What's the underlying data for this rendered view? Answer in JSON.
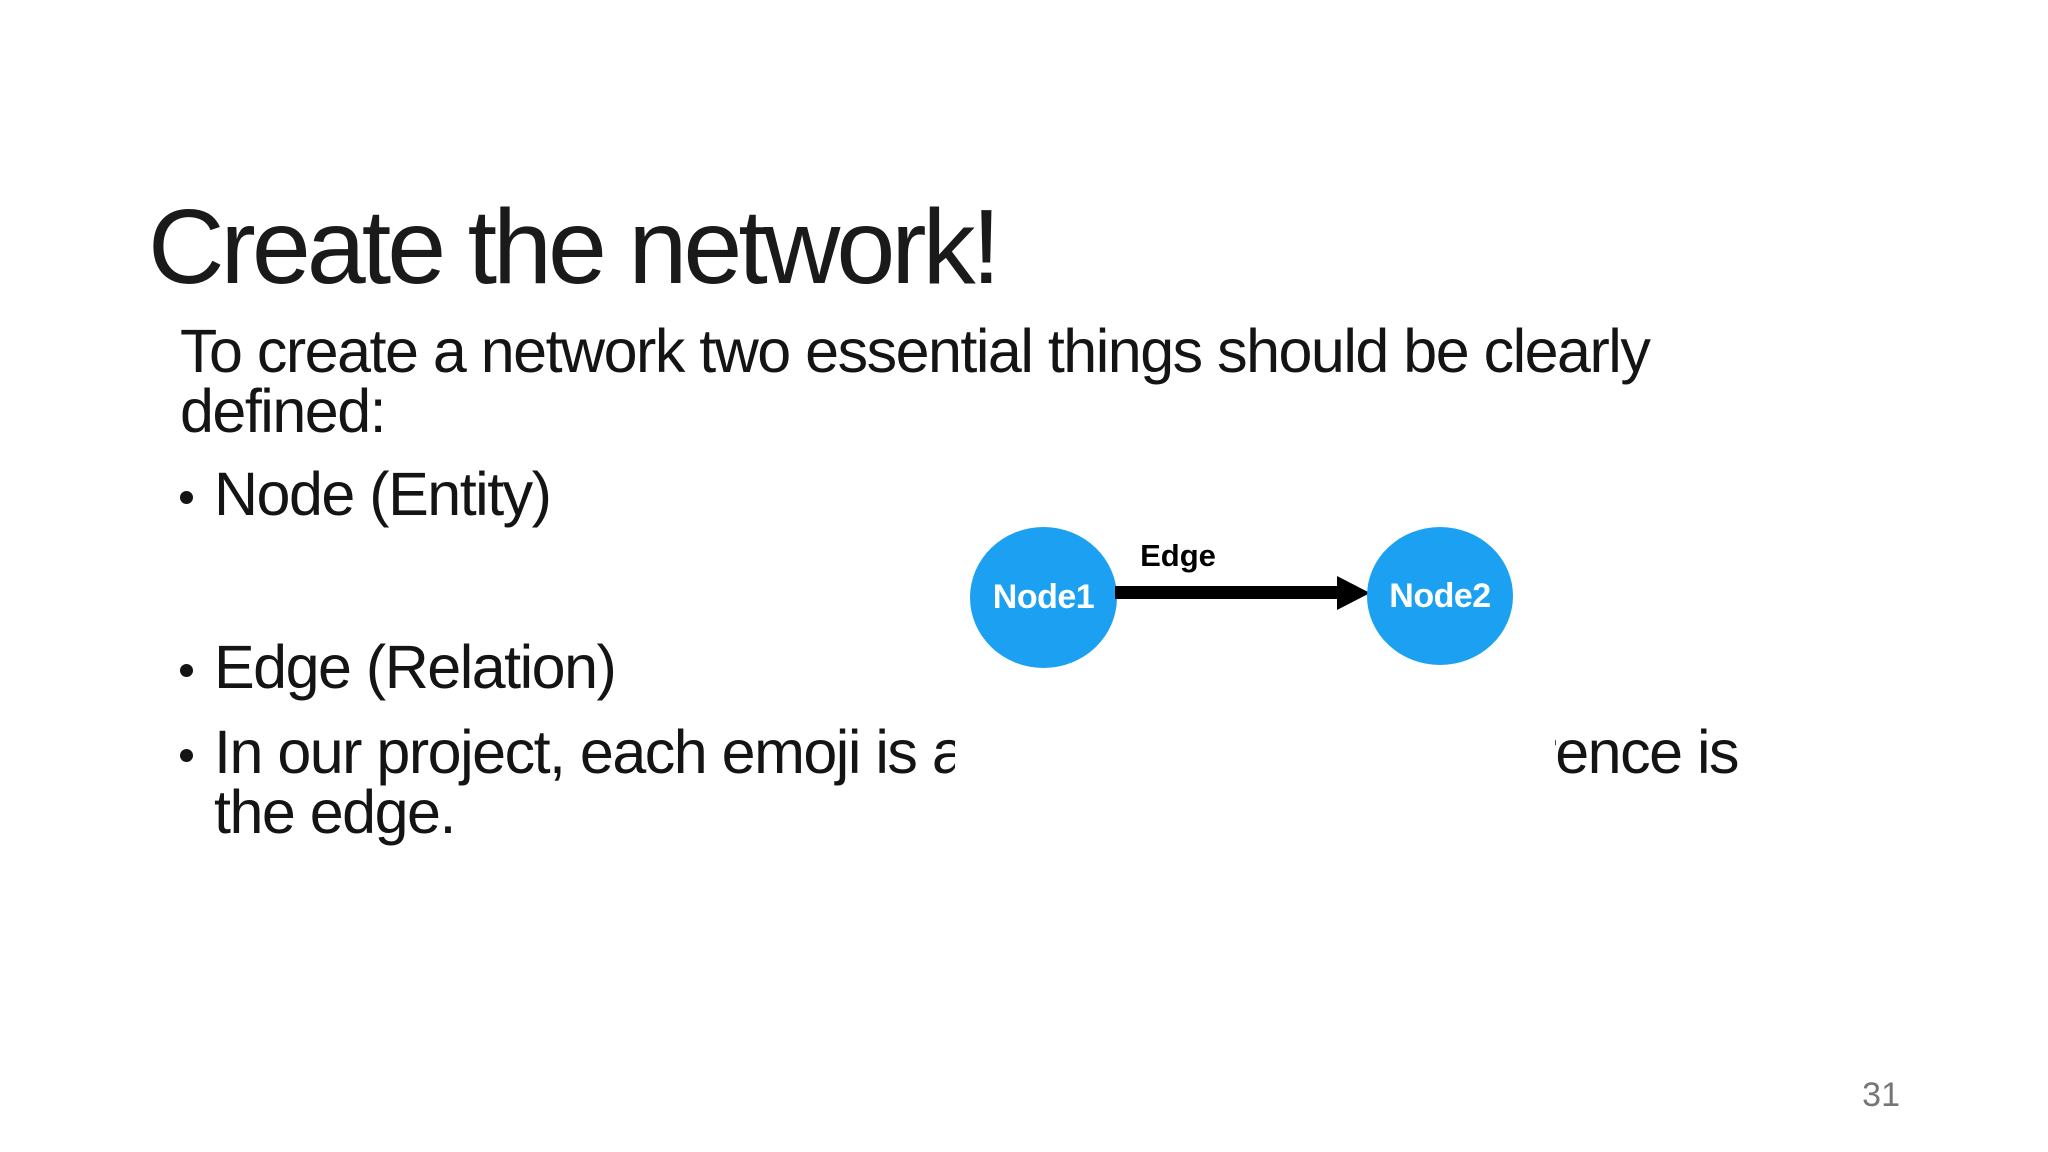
{
  "slide": {
    "title": "Create the network!",
    "page_number": "31",
    "body": {
      "intro_lines": [
        "To create a network two essential things should be clearly",
        "defined:"
      ],
      "bullets": [
        {
          "label": "Node (Entity)"
        },
        {
          "label": "Edge (Relation)"
        },
        {
          "lines": [
            "In our project, each emoji is a node and the cooccurrence is",
            "the edge."
          ]
        }
      ]
    },
    "diagram": {
      "nodes": [
        {
          "label": "Node1"
        },
        {
          "label": "Node2"
        }
      ],
      "edge_label": "Edge",
      "node_fill_color": "#1CA1F2",
      "node_text_color": "#FFFFFF",
      "arrow_color": "#000000"
    },
    "colors": {
      "background": "#FFFFFF",
      "text": "#141414",
      "page_number": "#767676"
    }
  }
}
